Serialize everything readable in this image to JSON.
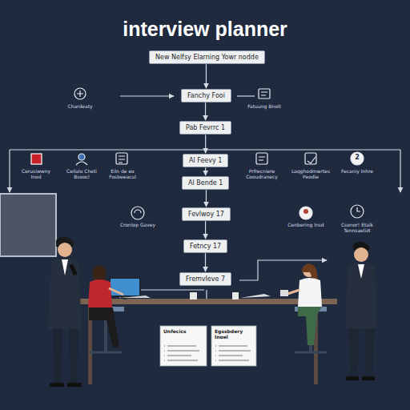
{
  "diagram": {
    "title": "interview planner",
    "nodes": [
      {
        "text": [
          "New Nelfsy Elarning Yowr nodde"
        ]
      },
      {
        "text": [
          "Fanchy Fooi"
        ]
      },
      {
        "text": [
          "Pab Fevrrc 1"
        ]
      },
      {
        "text": [
          "Al Feevy 1"
        ]
      },
      {
        "text": [
          "Al Bende 1"
        ]
      },
      {
        "text": [
          "Fevlwoy 17"
        ]
      },
      {
        "text": [
          "Fetncy 17"
        ]
      },
      {
        "text": [
          "Fremvleve 7"
        ]
      },
      {
        "text": [
          "Unfecics"
        ]
      },
      {
        "text": [
          "Egssbdery Inoel"
        ]
      }
    ],
    "edges": [
      {
        "from": 0,
        "to": 1,
        "arrow": "to"
      },
      {
        "from": 1,
        "to": 2,
        "arrow": "to"
      },
      {
        "from": 2,
        "to": 3,
        "arrow": "to"
      },
      {
        "from": 3,
        "to": 4,
        "arrow": "to"
      },
      {
        "from": 4,
        "to": 5,
        "arrow": "to"
      },
      {
        "from": 5,
        "to": 6,
        "arrow": "to"
      },
      {
        "from": 6,
        "to": 7,
        "arrow": "to"
      }
    ],
    "labels": [
      "Chardeaty",
      "Fatuung Bnoit",
      "Cerusiwwny Inod",
      "Ceilalo Cheti Bsoocl",
      "Eiln de eo Fosbeeacul",
      "Prfrecniere Cooudranecy",
      "Loqghodmwrtes Peodie",
      "Fecaniy Inhre",
      "Cronlop Gavey",
      "Cenbering Insd",
      "Csonor! Etalk Tennsaelizt",
      "2"
    ]
  }
}
